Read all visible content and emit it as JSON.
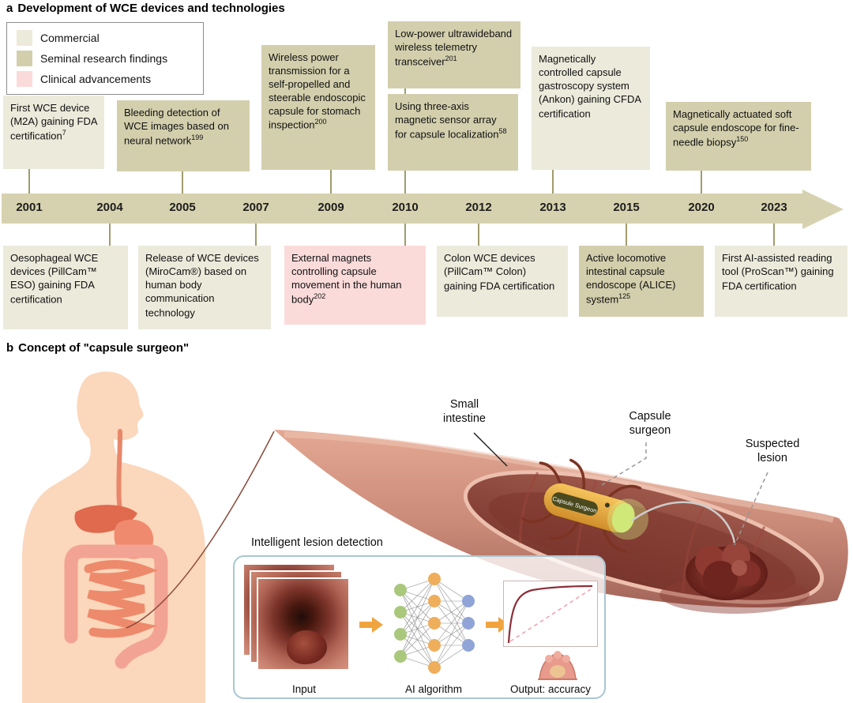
{
  "figure": {
    "panel_a": {
      "label": "a",
      "title": "Development of WCE devices and technologies",
      "legend": [
        {
          "label": "Commercial",
          "color": "#eceadb"
        },
        {
          "label": "Seminal research findings",
          "color": "#d3cfad"
        },
        {
          "label": "Clinical advancements",
          "color": "#fadbda"
        }
      ],
      "category_colors": {
        "commercial": "#eceadb",
        "seminal": "#d3cfad",
        "clinical": "#fadbda"
      },
      "timeline_arrow_color": "#d6d2af",
      "years": [
        "2001",
        "2004",
        "2005",
        "2007",
        "2009",
        "2010",
        "2012",
        "2013",
        "2015",
        "2020",
        "2023"
      ],
      "events_above": [
        {
          "text": "First WCE device (M2A) gaining FDA certification",
          "ref": "7",
          "category": "commercial",
          "year": "2001"
        },
        {
          "text": "Bleeding detection of WCE images based on neural network",
          "ref": "199",
          "category": "seminal",
          "year": "2005"
        },
        {
          "text": "Wireless power transmission for a self-propelled and steerable endoscopic capsule for stomach inspection",
          "ref": "200",
          "category": "seminal",
          "year": "2009"
        },
        {
          "text": "Low-power ultrawideband wireless telemetry transceiver",
          "ref": "201",
          "category": "seminal",
          "year": "2010"
        },
        {
          "text": "Using three-axis magnetic sensor array for capsule localization",
          "ref": "58",
          "category": "seminal",
          "year": "2010"
        },
        {
          "text": "Magnetically controlled capsule gastroscopy system (Ankon) gaining CFDA certification",
          "ref": "",
          "category": "commercial",
          "year": "2013"
        },
        {
          "text": "Magnetically actuated soft capsule endoscope for fine-needle biopsy",
          "ref": "150",
          "category": "seminal",
          "year": "2020"
        }
      ],
      "events_below": [
        {
          "text": "Oesophageal WCE devices (PillCam™ ESO) gaining FDA certification",
          "ref": "",
          "category": "commercial",
          "year": "2004"
        },
        {
          "text": "Release of WCE devices (MiroCam®) based on human body communication technology",
          "ref": "",
          "category": "commercial",
          "year": "2007"
        },
        {
          "text": "External magnets controlling capsule movement in the human body",
          "ref": "202",
          "category": "clinical",
          "year": "2010"
        },
        {
          "text": "Colon WCE devices (PillCam™ Colon) gaining FDA certification",
          "ref": "",
          "category": "commercial",
          "year": "2012"
        },
        {
          "text": "Active locomotive intestinal capsule endoscope (ALICE) system",
          "ref": "125",
          "category": "seminal",
          "year": "2015"
        },
        {
          "text": "First AI-assisted reading tool (ProScan™) gaining FDA certification",
          "ref": "",
          "category": "commercial",
          "year": "2023"
        }
      ]
    },
    "panel_b": {
      "label": "b",
      "title": "Concept of \"capsule surgeon\"",
      "annotations": {
        "small_intestine": "Small intestine",
        "capsule_surgeon": "Capsule surgeon",
        "suspected_lesion": "Suspected lesion"
      },
      "capsule_label": "Capsule Surgeon",
      "inset": {
        "title": "Intelligent lesion detection",
        "input_label": "Input",
        "algorithm_label": "AI algorithm",
        "output_label": "Output: accuracy"
      }
    }
  }
}
